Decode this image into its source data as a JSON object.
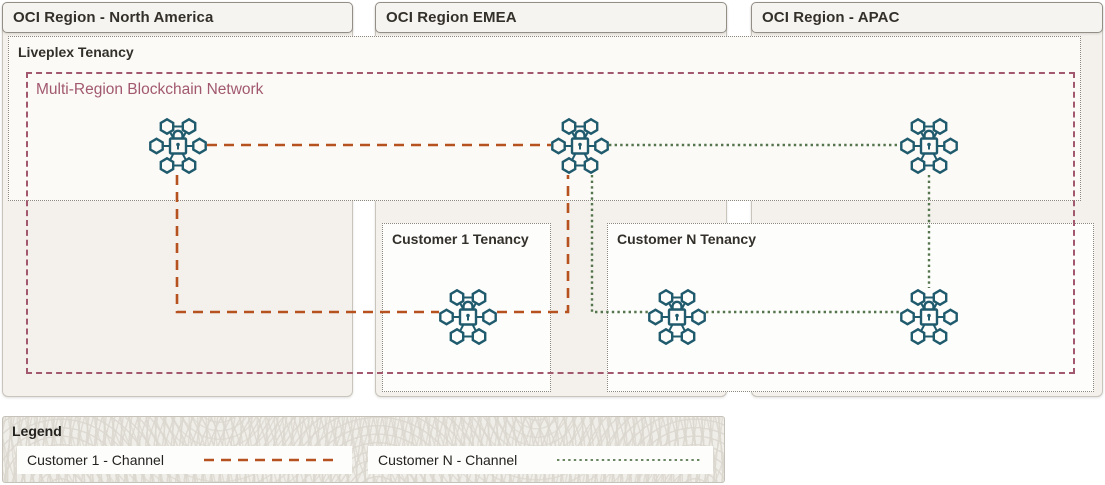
{
  "regions": [
    {
      "title": "OCI Region - North America"
    },
    {
      "title": "OCI Region EMEA"
    },
    {
      "title": "OCI Region - APAC"
    }
  ],
  "liveplex_tenancy": {
    "title": "Liveplex Tenancy"
  },
  "blockchain_network": {
    "title": "Multi-Region Blockchain Network"
  },
  "customer_tenancies": [
    {
      "title": "Customer 1 Tenancy"
    },
    {
      "title": "Customer N Tenancy"
    }
  ],
  "icons": {
    "node": "blockchain-node-icon",
    "node_count": 6
  },
  "legend": {
    "title": "Legend",
    "items": [
      {
        "label": "Customer 1 - Channel",
        "line_style": "dashed"
      },
      {
        "label": "Customer N - Channel",
        "line_style": "dotted"
      }
    ]
  },
  "colors": {
    "channel_customer1": "#b5521f",
    "channel_customern": "#55754d",
    "network_border": "#a2596f",
    "node_icon": "#1f5a6d"
  }
}
